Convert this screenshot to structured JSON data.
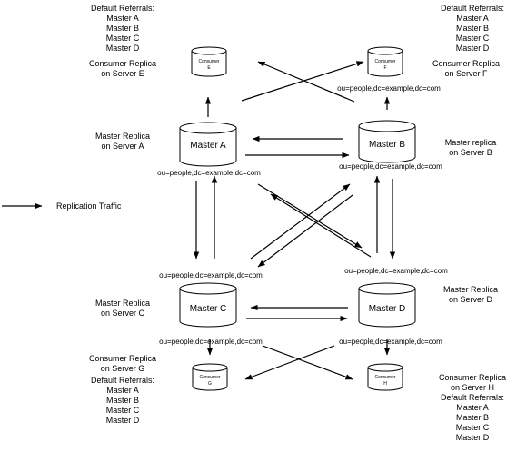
{
  "legend": {
    "label": "Replication Traffic"
  },
  "referrals": {
    "heading": "Default Referrals:",
    "masters": [
      "Master A",
      "Master B",
      "Master C",
      "Master D"
    ]
  },
  "suffix": "ou=people,dc=example,dc=com",
  "masters": {
    "a": {
      "name": "Master A",
      "caption_lines": [
        "Master Replica",
        "on Server A"
      ]
    },
    "b": {
      "name": "Master B",
      "caption_lines": [
        "Master replica",
        "on Server B"
      ]
    },
    "c": {
      "name": "Master C",
      "caption_lines": [
        "Master Replica",
        "on Server C"
      ]
    },
    "d": {
      "name": "Master D",
      "caption_lines": [
        "Master Replica",
        "on Server D"
      ]
    }
  },
  "consumers": {
    "e": {
      "name": "Consumer",
      "letter": "E",
      "caption_lines": [
        "Consumer Replica",
        "on Server E"
      ]
    },
    "f": {
      "name": "Consumer",
      "letter": "F",
      "caption_lines": [
        "Consumer Replica",
        "on Server F"
      ]
    },
    "g": {
      "name": "Consumer",
      "letter": "G",
      "caption_lines": [
        "Consumer Replica",
        "on Server G"
      ]
    },
    "h": {
      "name": "Consumer",
      "letter": "H",
      "caption_lines": [
        "Consumer Replica",
        "on Server H"
      ]
    }
  }
}
